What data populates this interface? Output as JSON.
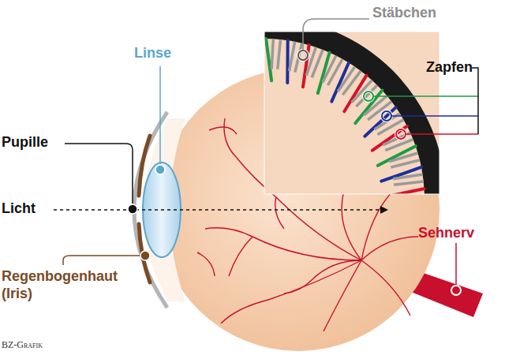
{
  "diagram": {
    "labels": [
      "Stäbchen",
      "Linse",
      "Zapfen",
      "Pupille",
      "Licht",
      "Sehnerv",
      "Regenbogenhaut (Iris)",
      "BZ-Grafik"
    ]
  }
}
